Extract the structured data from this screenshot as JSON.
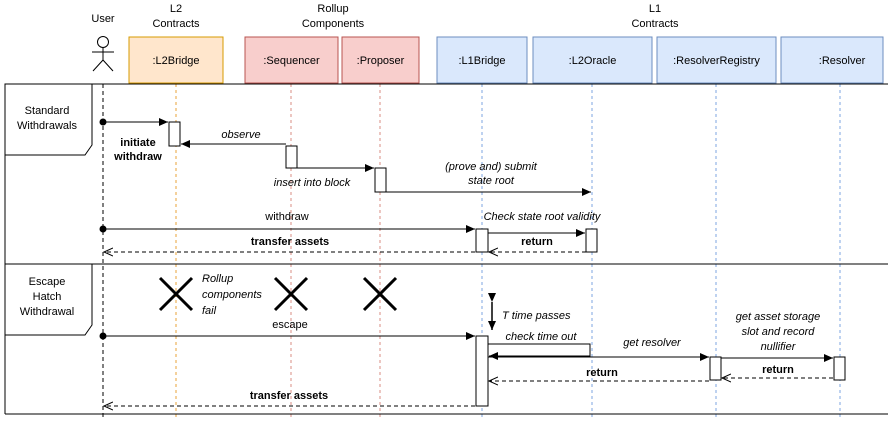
{
  "header": {
    "user": "User",
    "l2_group": [
      "L2",
      "Contracts"
    ],
    "rollup_group": [
      "Rollup",
      "Components"
    ],
    "l1_group": [
      "L1",
      "Contracts"
    ]
  },
  "participants": [
    {
      "id": "l2bridge",
      "label": ":L2Bridge",
      "color": "#ffe6cc",
      "stroke": "#d79b00",
      "line": "#e8a33a"
    },
    {
      "id": "sequencer",
      "label": ":Sequencer",
      "color": "#f8cecc",
      "stroke": "#b85450",
      "line": "#d98e83"
    },
    {
      "id": "proposer",
      "label": ":Proposer",
      "color": "#f8cecc",
      "stroke": "#b85450",
      "line": "#d98e83"
    },
    {
      "id": "l1bridge",
      "label": ":L1Bridge",
      "color": "#dae8fc",
      "stroke": "#6c8ebf",
      "line": "#7ea6e0"
    },
    {
      "id": "l2oracle",
      "label": ":L2Oracle",
      "color": "#dae8fc",
      "stroke": "#6c8ebf",
      "line": "#7ea6e0"
    },
    {
      "id": "resolverregistry",
      "label": ":ResolverRegistry",
      "color": "#dae8fc",
      "stroke": "#6c8ebf",
      "line": "#7ea6e0"
    },
    {
      "id": "resolver",
      "label": ":Resolver",
      "color": "#dae8fc",
      "stroke": "#6c8ebf",
      "line": "#7ea6e0"
    }
  ],
  "sections": [
    {
      "id": "standard",
      "label": [
        "Standard",
        "Withdrawals"
      ]
    },
    {
      "id": "escape",
      "label": [
        "Escape",
        "Hatch",
        "Withdrawal"
      ]
    }
  ],
  "messages": {
    "initiate": [
      "initiate",
      "withdraw"
    ],
    "observe": "observe",
    "insert": "insert into block",
    "submit": [
      "(prove and) submit",
      "state root"
    ],
    "withdraw": "withdraw",
    "check_validity": "Check state root validity",
    "return1": "return",
    "transfer1": "transfer assets",
    "fail": [
      "Rollup",
      "components",
      "fail"
    ],
    "escape": "escape",
    "time_passes": "T time passes",
    "check_timeout": "check time out",
    "get_resolver": "get resolver",
    "get_asset": [
      "get asset storage",
      "slot and record",
      "nullifier"
    ],
    "return2": "return",
    "return3": "return",
    "transfer2": "transfer assets"
  }
}
